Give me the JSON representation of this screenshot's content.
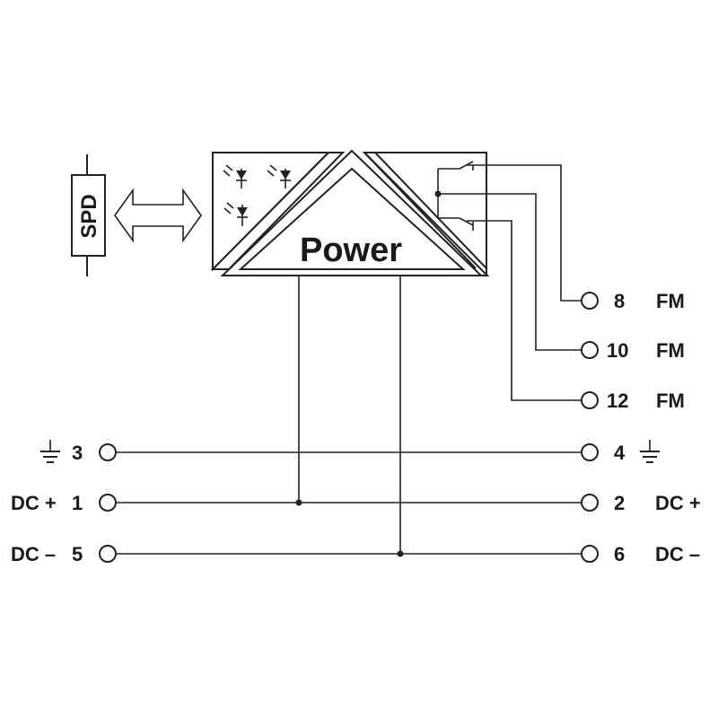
{
  "diagram": {
    "spd_label": "SPD",
    "power_label": "Power",
    "relay_contacts": [
      {
        "terminal": "8",
        "function": "FM"
      },
      {
        "terminal": "10",
        "function": "FM"
      },
      {
        "terminal": "12",
        "function": "FM"
      }
    ],
    "left_terminals": [
      {
        "signal": "",
        "terminal": "3",
        "is_ground": true
      },
      {
        "signal": "DC +",
        "terminal": "1",
        "is_ground": false
      },
      {
        "signal": "DC –",
        "terminal": "5",
        "is_ground": false
      }
    ],
    "right_terminals": [
      {
        "terminal": "4",
        "signal": "",
        "is_ground": true
      },
      {
        "terminal": "2",
        "signal": "DC +",
        "is_ground": false
      },
      {
        "terminal": "6",
        "signal": "DC –",
        "is_ground": false
      }
    ]
  }
}
